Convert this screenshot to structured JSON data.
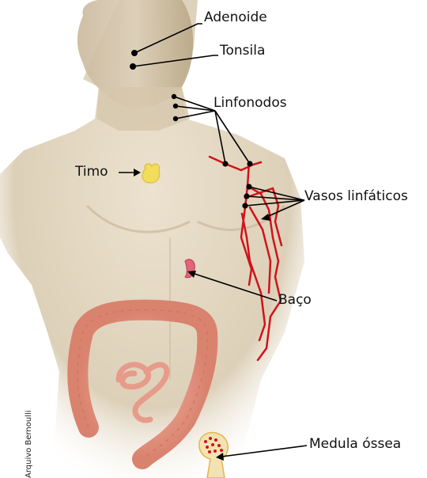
{
  "labels": {
    "adenoide": "Adenoide",
    "tonsila": "Tonsila",
    "linfonodos": "Linfonodos",
    "timo": "Timo",
    "vasos": "Vasos linfáticos",
    "baco": "Baço",
    "medula": "Medula óssea"
  },
  "credit": "Arquivo Bernoulli",
  "colors": {
    "skin": "#e3d6c0",
    "skin_shadow": "#c7b597",
    "vessel": "#d0131a",
    "thymus": "#f2dc5c",
    "spleen": "#e06678",
    "intestine": "#e99a88",
    "leader": "#000000"
  }
}
